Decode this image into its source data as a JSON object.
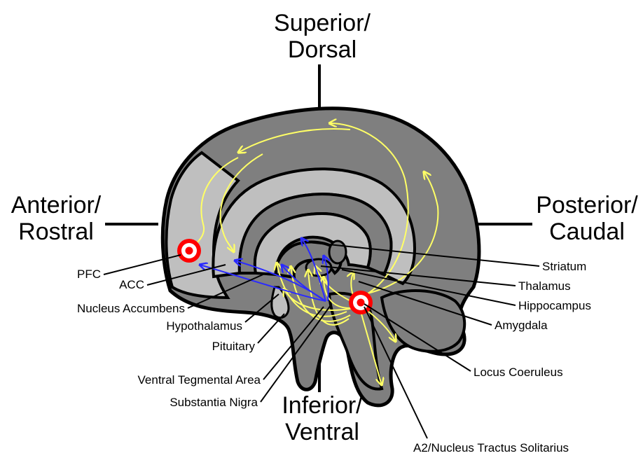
{
  "directions": {
    "superior": [
      "Superior/",
      "Dorsal"
    ],
    "inferior": [
      "Inferior/",
      "Ventral"
    ],
    "anterior": [
      "Anterior/",
      "Rostral"
    ],
    "posterior": [
      "Posterior/",
      "Caudal"
    ]
  },
  "labels": {
    "pfc": "PFC",
    "acc": "ACC",
    "nucleus_accumbens": "Nucleus Accumbens",
    "hypothalamus": "Hypothalamus",
    "pituitary": "Pituitary",
    "vta": "Ventral Tegmental Area",
    "substantia_nigra": "Substantia Nigra",
    "striatum": "Striatum",
    "thalamus": "Thalamus",
    "hippocampus": "Hippocampus",
    "amygdala": "Amygdala",
    "locus_coeruleus": "Locus Coeruleus",
    "a2_nts": "A2/Nucleus Tractus Solitarius"
  },
  "colors": {
    "outer_gray": "#7f7f7f",
    "light_gray": "#bfbfbf",
    "outline": "#000000",
    "norepinephrine_arrow": "#ffff66",
    "dopamine_arrow": "#2a2aff",
    "target_red": "#ff0000"
  },
  "markers": [
    "target-icon",
    "target-icon"
  ]
}
